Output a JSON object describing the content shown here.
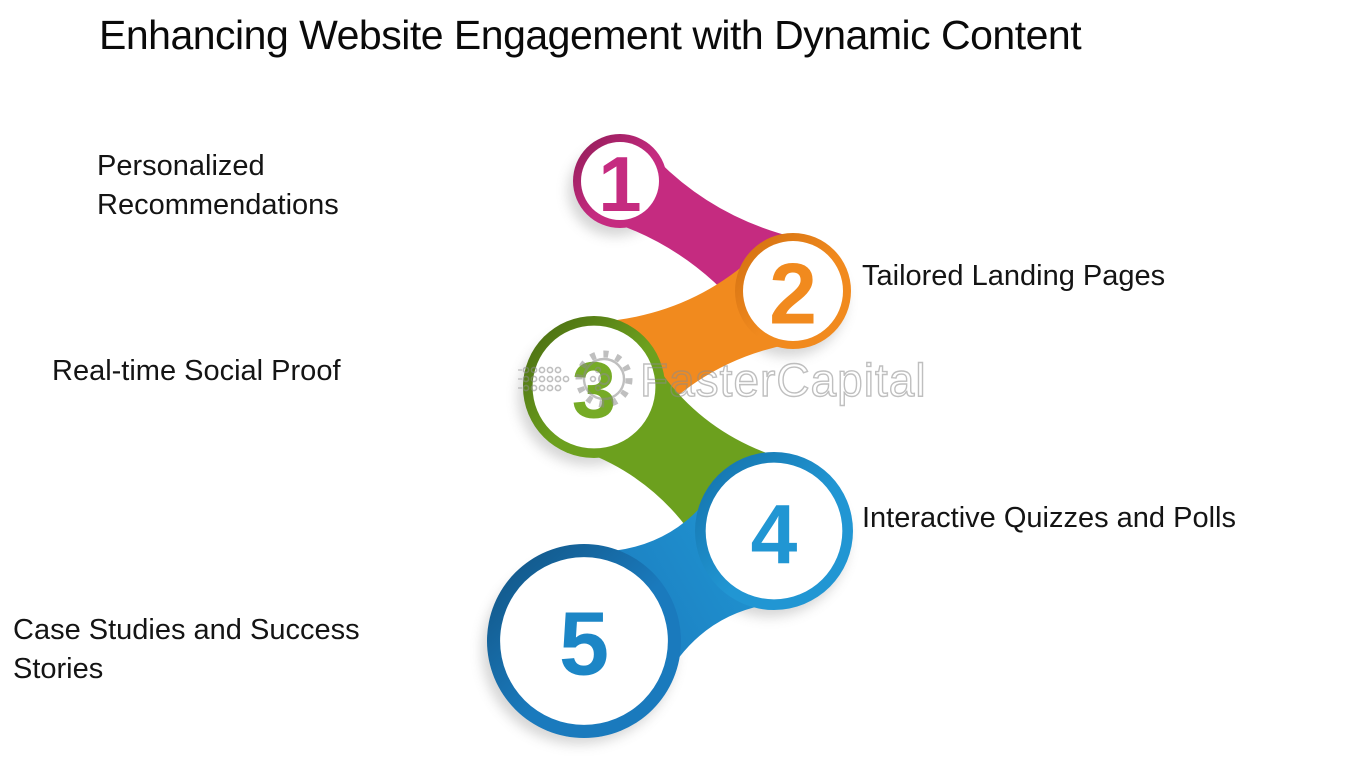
{
  "title": "Enhancing Website Engagement with Dynamic Content",
  "watermark": {
    "text": "FasterCapital",
    "icon": "gear-icon"
  },
  "background_color": "#ffffff",
  "text_color": "#141414",
  "steps": [
    {
      "number": "1",
      "label": "Personalized Recommendations",
      "side": "left",
      "color": "#C52B80",
      "shade": "#8E1B55",
      "number_color": "#C52B80"
    },
    {
      "number": "2",
      "label": "Tailored Landing Pages",
      "side": "right",
      "color": "#F18A1E",
      "shade": "#D06E10",
      "number_color": "#F18A1E"
    },
    {
      "number": "3",
      "label": "Real-time Social Proof",
      "side": "left",
      "color": "#6CA01E",
      "shade": "#46660F",
      "number_color": "#76AB26"
    },
    {
      "number": "4",
      "label": "Interactive Quizzes and Polls",
      "side": "right",
      "color": "#2196D3",
      "shade": "#136FA8",
      "number_color": "#2196D3"
    },
    {
      "number": "5",
      "label": "Case Studies and Success Stories",
      "side": "left",
      "color": "#1A7ABD",
      "shade": "#11517F",
      "number_color": "#1C86C6"
    }
  ]
}
